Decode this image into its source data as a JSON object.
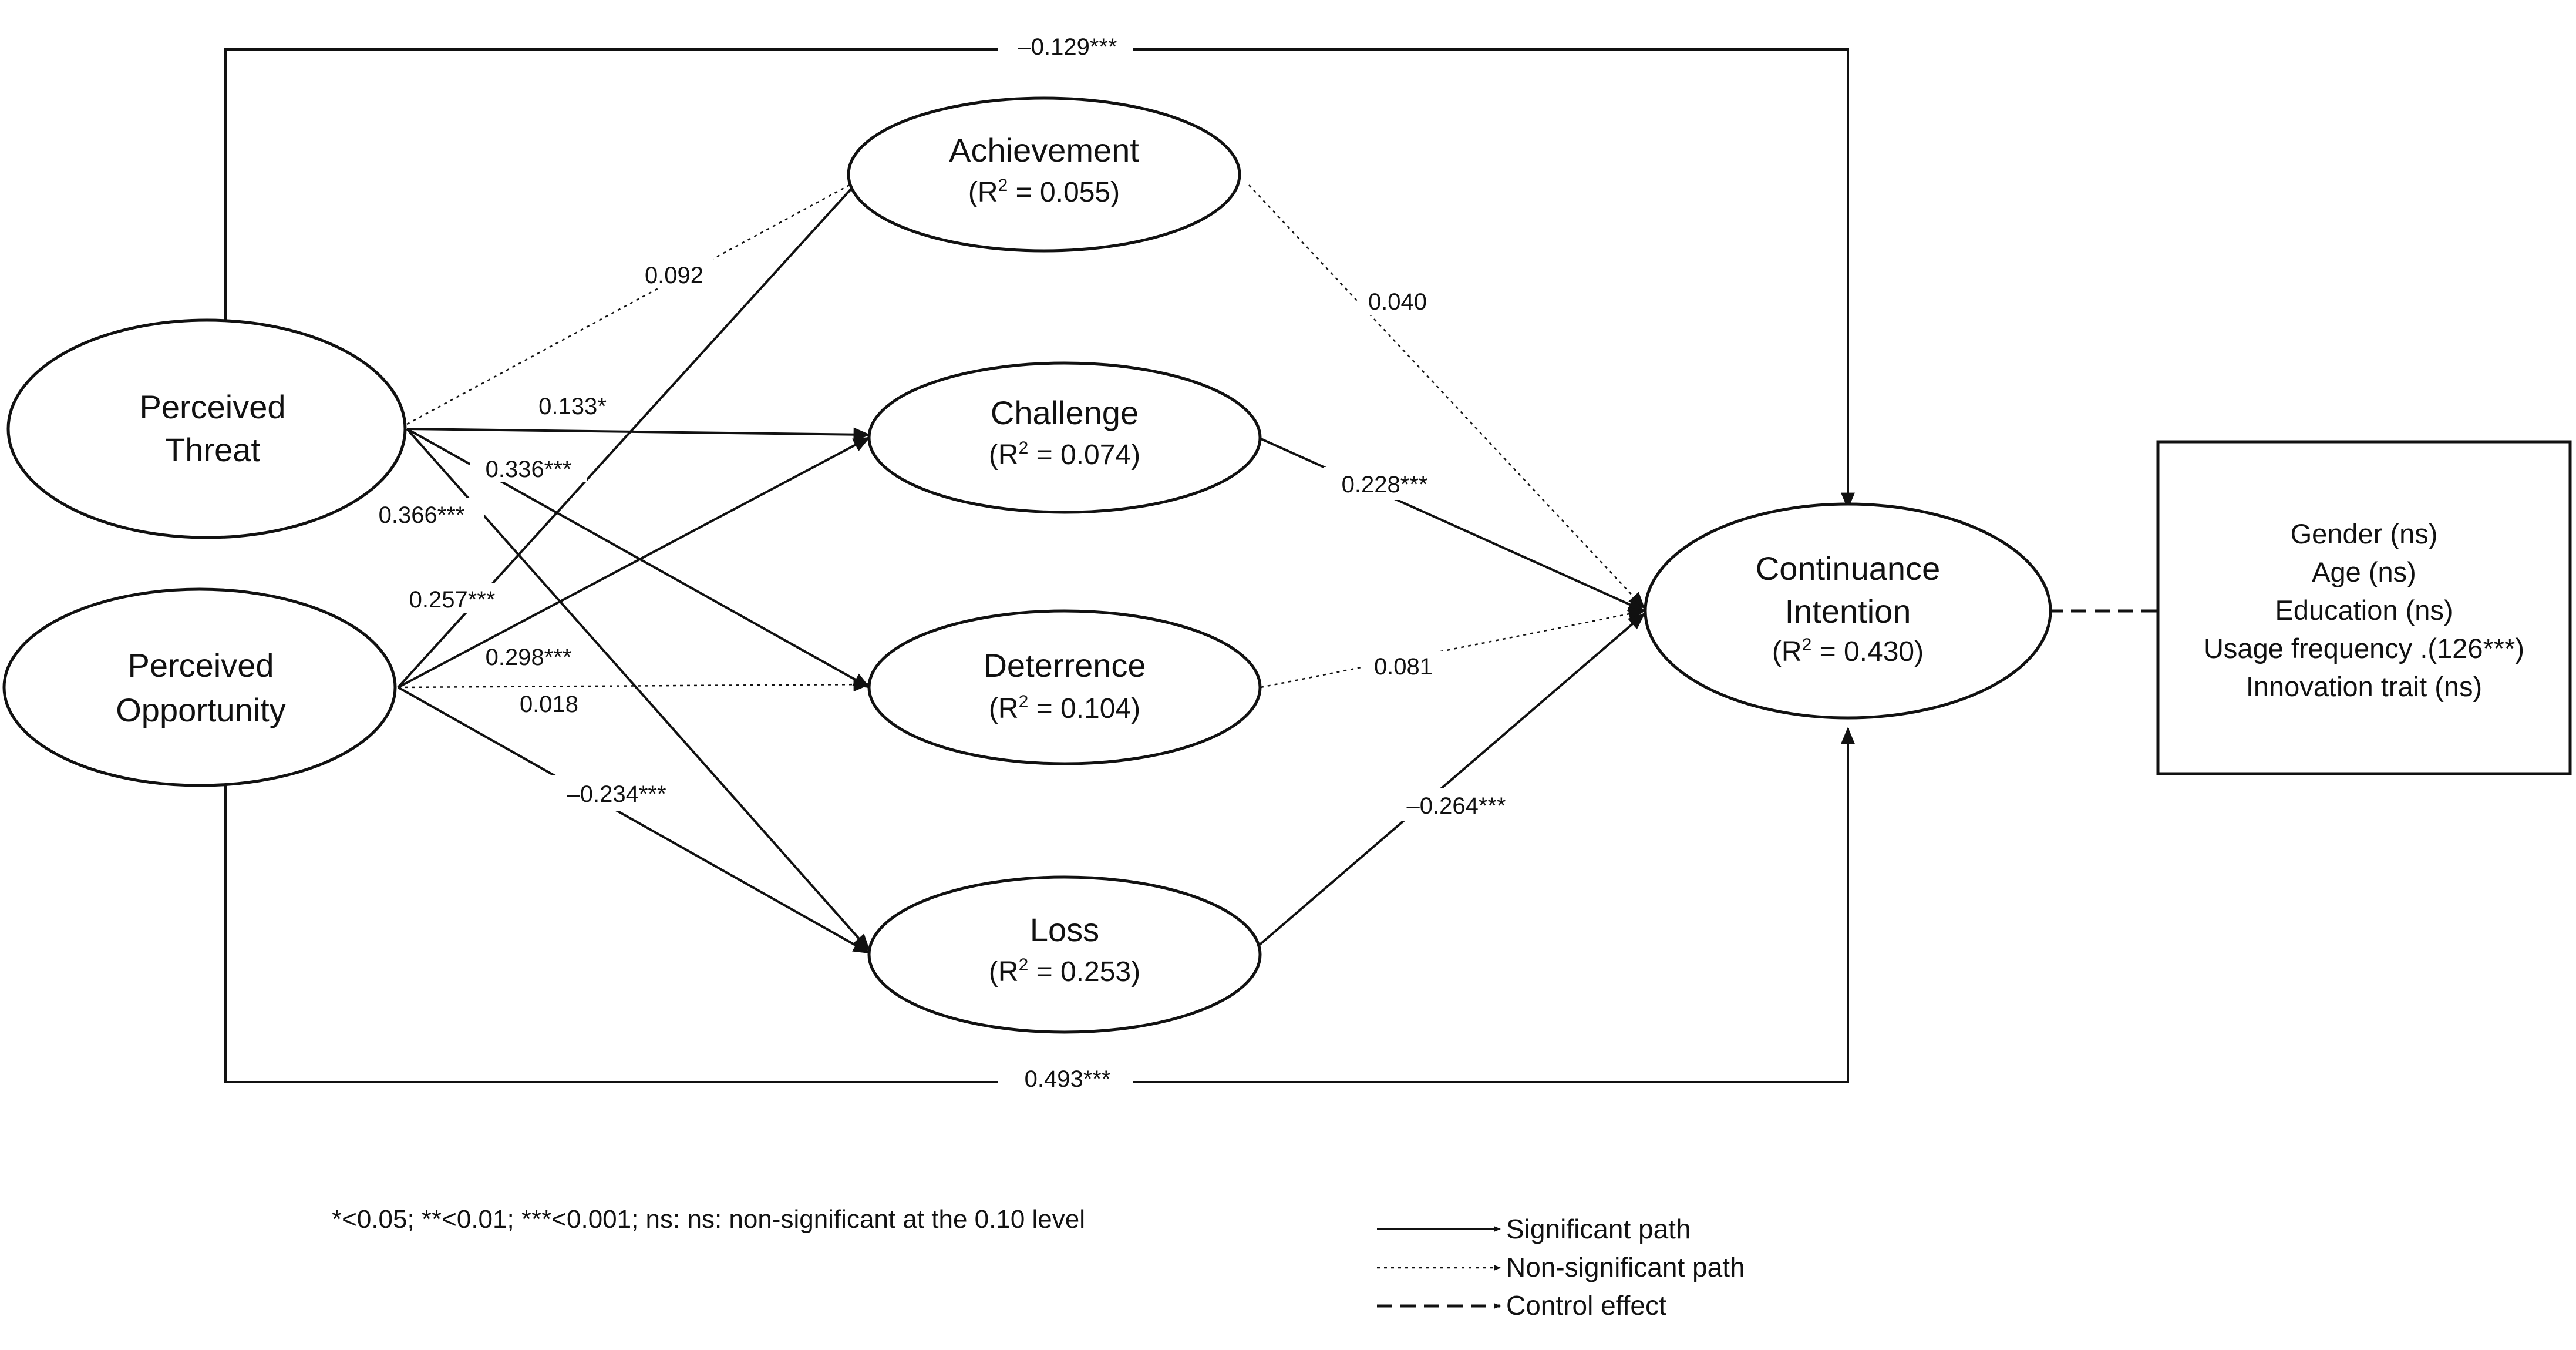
{
  "nodes": {
    "perceived_threat": {
      "line1": "Perceived",
      "line2": "Threat"
    },
    "perceived_opportunity": {
      "line1": "Perceived",
      "line2": "Opportunity"
    },
    "achievement": {
      "title": "Achievement",
      "r2_prefix": "(R",
      "r2_sup": "2",
      "r2_suffix": " = 0.055)"
    },
    "challenge": {
      "title": "Challenge",
      "r2_prefix": "(R",
      "r2_sup": "2",
      "r2_suffix": " = 0.074)"
    },
    "deterrence": {
      "title": "Deterrence",
      "r2_prefix": "(R",
      "r2_sup": "2",
      "r2_suffix": " = 0.104)"
    },
    "loss": {
      "title": "Loss",
      "r2_prefix": "(R",
      "r2_sup": "2",
      "r2_suffix": " = 0.253)"
    },
    "continuance_intention": {
      "line1": "Continuance",
      "line2": "Intention",
      "r2_prefix": "(R",
      "r2_sup": "2",
      "r2_suffix": " = 0.430)"
    }
  },
  "paths": {
    "threat_to_intention": "–0.129***",
    "threat_to_achievement": "0.092",
    "threat_to_challenge": "0.133*",
    "threat_to_deterrence": "0.336***",
    "threat_to_loss": "0.366***",
    "opportunity_to_achievement": "0.257***",
    "opportunity_to_challenge": "0.298***",
    "opportunity_to_deterrence": "0.018",
    "opportunity_to_loss": "–0.234***",
    "achievement_to_intention": "0.040",
    "challenge_to_intention": "0.228***",
    "deterrence_to_intention": "0.081",
    "loss_to_intention": "–0.264***",
    "opportunity_to_intention": "0.493***"
  },
  "controls": [
    "Gender (ns)",
    "Age (ns)",
    "Education (ns)",
    "Usage frequency .(126***)",
    "Innovation trait (ns)"
  ],
  "note": "*<0.05; **<0.01; ***<0.001; ns: ns: non-significant at the 0.10 level",
  "legend": {
    "significant": "Significant path",
    "non_significant": "Non-significant path",
    "control": "Control effect"
  }
}
